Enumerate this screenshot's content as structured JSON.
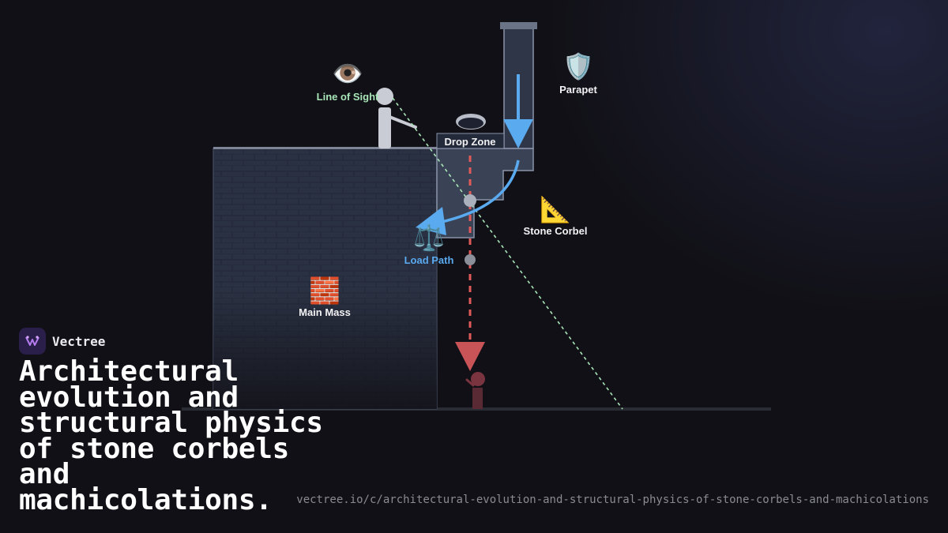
{
  "brand": {
    "name": "Vectree"
  },
  "title": "Architectural evolution and structural physics of stone corbels and machicolations.",
  "url": "vectree.io/c/architectural-evolution-and-structural-physics-of-stone-corbels-and-machicolations",
  "labels": {
    "line_of_sight": "Line of Sight",
    "parapet": "Parapet",
    "drop_zone": "Drop Zone",
    "stone_corbel": "Stone Corbel",
    "load_path": "Load Path",
    "main_mass": "Main Mass"
  },
  "icons": {
    "line_of_sight": "eye-icon",
    "parapet": "shield-icon",
    "drop_zone": "hole-icon",
    "stone_corbel": "triangular-ruler-icon",
    "load_path": "balance-scale-icon",
    "main_mass": "brick-icon"
  },
  "colors": {
    "load_path": "#5aaaf0",
    "line_of_sight": "#a8e6b8",
    "drop": "#e05a5a",
    "stone": "#2a3142",
    "stone_outline": "#8a94aa"
  }
}
